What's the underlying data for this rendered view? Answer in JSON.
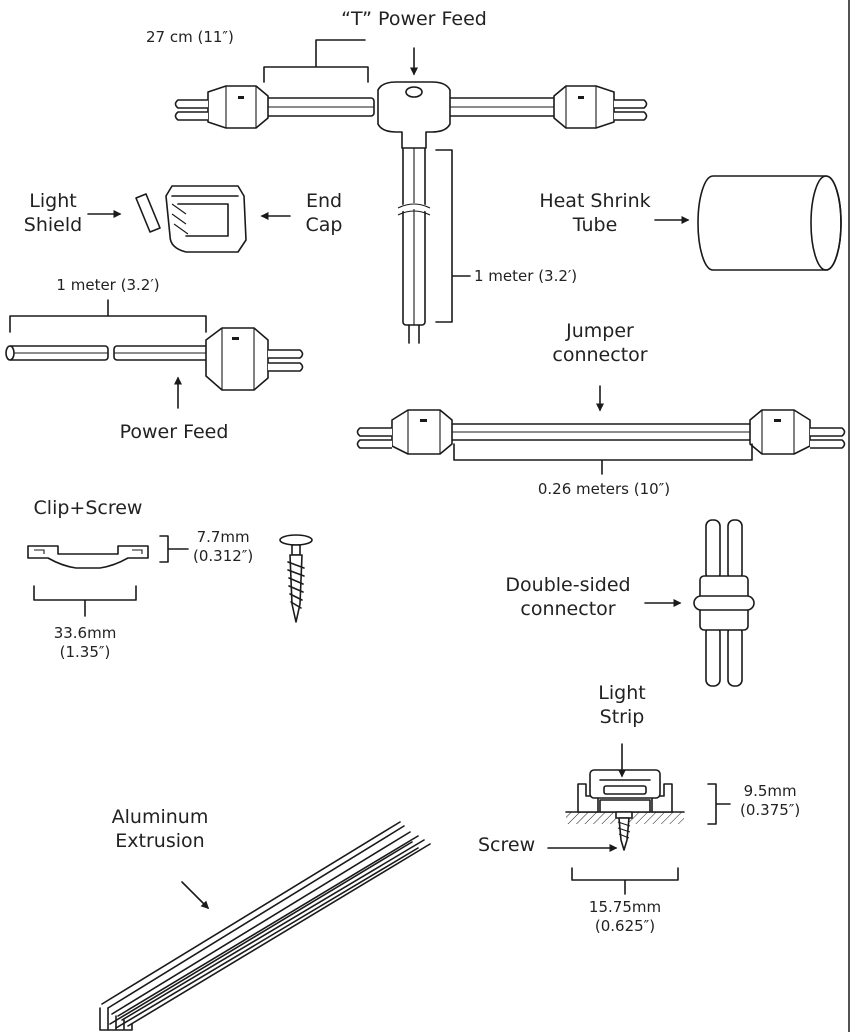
{
  "labels": {
    "t_power_feed": "“T” Power Feed",
    "t_width": "27 cm (11″)",
    "t_length": "1 meter (3.2′)",
    "light_shield": [
      "Light",
      "Shield"
    ],
    "end_cap": [
      "End",
      "Cap"
    ],
    "heat_shrink": [
      "Heat Shrink",
      "Tube"
    ],
    "power_feed_length": "1 meter (3.2′)",
    "power_feed": "Power Feed",
    "jumper": [
      "Jumper",
      "connector"
    ],
    "jumper_length": "0.26 meters (10″)",
    "clip_screw": "Clip+Screw",
    "clip_height": [
      "7.7mm",
      "(0.312″)"
    ],
    "clip_width": [
      "33.6mm",
      "(1.35″)"
    ],
    "double_sided": [
      "Double-sided",
      "connector"
    ],
    "light_strip": [
      "Light",
      "Strip"
    ],
    "extrusion_height": [
      "9.5mm",
      "(0.375″)"
    ],
    "screw": "Screw",
    "extrusion_width": [
      "15.75mm",
      "(0.625″)"
    ],
    "aluminum": [
      "Aluminum",
      "Extrusion"
    ]
  }
}
